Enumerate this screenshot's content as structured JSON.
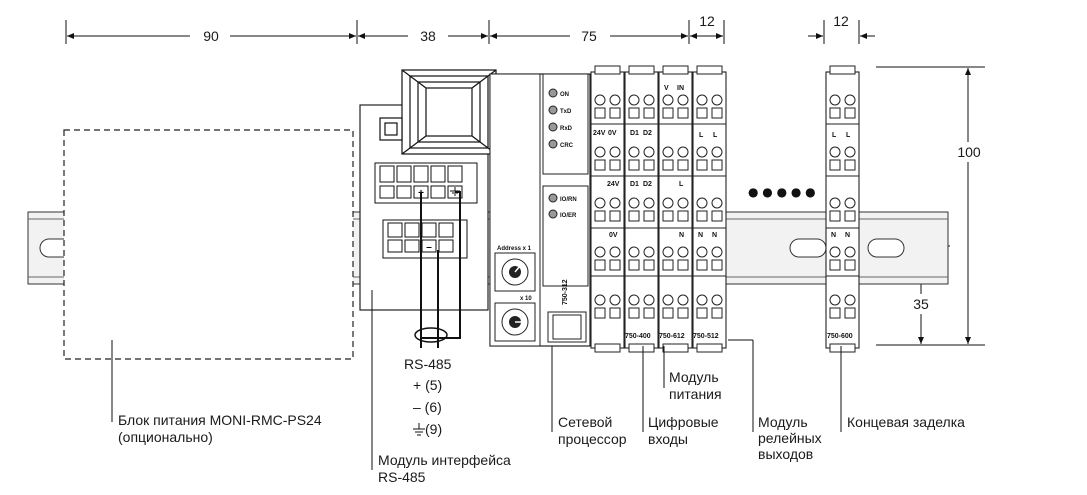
{
  "dimensions": {
    "width_90": "90",
    "width_38": "38",
    "width_75": "75",
    "width_12_a": "12",
    "width_12_b": "12",
    "height_100": "100",
    "height_35": "35"
  },
  "leds": [
    "ON",
    "TxD",
    "RxD",
    "CRC"
  ],
  "leds2": [
    "IO/RN",
    "IO/ER"
  ],
  "address_x1": "Address  x 1",
  "address_x10": "x 10",
  "processor_code": "750-312",
  "module_codes": [
    "750-400",
    "750-612",
    "750-512",
    "750-600"
  ],
  "module_tags": {
    "m1_top": [
      "24V",
      "0V"
    ],
    "m1_mid": "24V",
    "m1_low": "0V",
    "m2_top": [
      "D1",
      "D2"
    ],
    "m2_mid": [
      "D1",
      "D2"
    ],
    "m3_top": [
      "V",
      "IN"
    ],
    "m3_mid": "L",
    "m3_low": "N",
    "m4_top": [
      "L",
      "L"
    ],
    "m4_low": [
      "N",
      "N"
    ],
    "end_top": [
      "L",
      "L"
    ],
    "end_low": [
      "N",
      "N"
    ]
  },
  "terminal_plus": "+",
  "terminal_minus": "–",
  "ellipsis_dots": "● ● ● ● ●",
  "rs485": {
    "title": "RS-485",
    "pin_plus": "+ (5)",
    "pin_minus": "– (6)",
    "pin_ground": "(9)"
  },
  "labels": {
    "power_supply_1": "Блок питания MONI-RMC-PS24",
    "power_supply_2": "(опционально)",
    "interface_1": "Модуль интерфейса",
    "interface_2": "RS-485",
    "network_1": "Сетевой",
    "network_2": "процессор",
    "digital_1": "Цифровые",
    "digital_2": "входы",
    "power_1": "Модуль",
    "power_2": "питания",
    "relay_1": "Модуль",
    "relay_2": "релейных",
    "relay_3": "выходов",
    "end_cap": "Концевая заделка"
  }
}
